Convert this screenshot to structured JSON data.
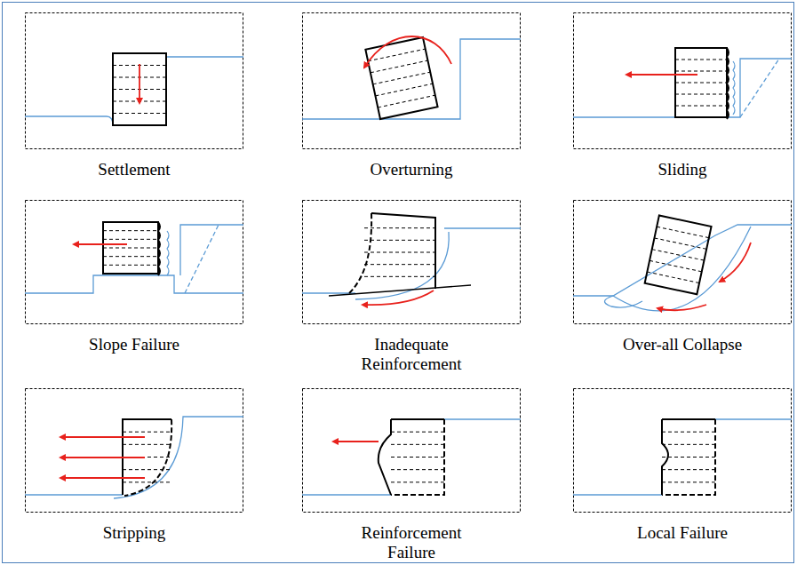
{
  "diagram": {
    "nodes": [
      {
        "text": [
          "Settlement"
        ]
      },
      {
        "text": [
          "Overturning"
        ]
      },
      {
        "text": [
          "Sliding"
        ]
      },
      {
        "text": [
          "Slope Failure"
        ]
      },
      {
        "text": [
          "Inadequate Reinforcement"
        ]
      },
      {
        "text": [
          "Over-all Collapse"
        ]
      },
      {
        "text": [
          "Stripping"
        ]
      },
      {
        "text": [
          "Reinforcement Failure"
        ]
      },
      {
        "text": [
          "Local Failure"
        ]
      }
    ]
  }
}
